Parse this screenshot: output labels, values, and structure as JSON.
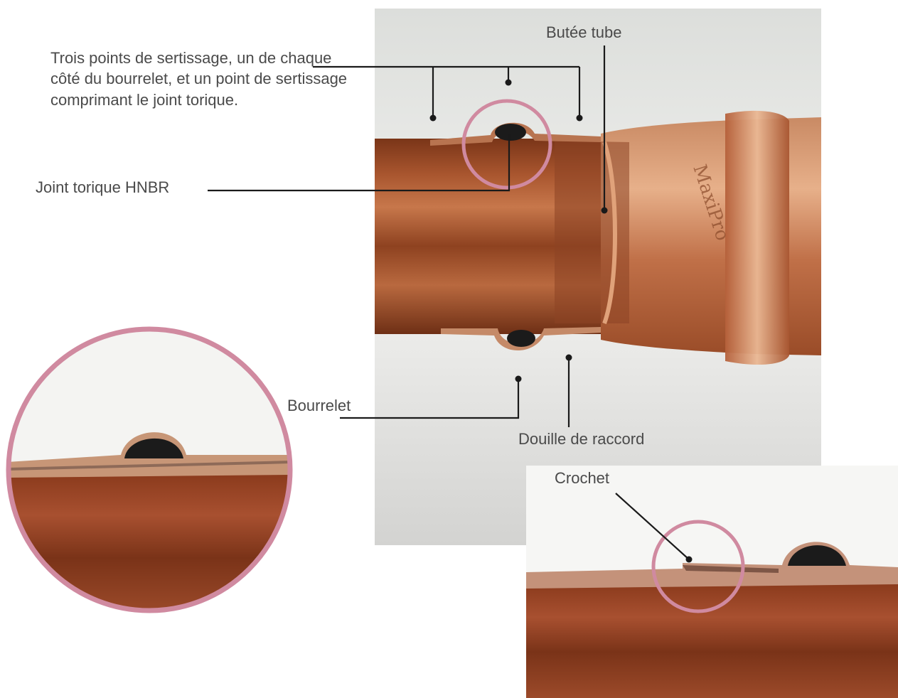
{
  "labels": {
    "crimp_points": "Trois points de sertissage, un de chaque côté du bourrelet, et un point de sertissage comprimant le joint torique.",
    "o_ring": "Joint torique HNBR",
    "tube_stop": "Butée tube",
    "bead": "Bourrelet",
    "sleeve": "Douille de raccord",
    "hook": "Crochet",
    "stamp": "MaxiPro"
  },
  "colors": {
    "copper_dark": "#7a3518",
    "copper_mid": "#a8552e",
    "copper_light": "#d99a72",
    "highlight_circle": "#d08aa0",
    "leader": "#1a1a1a",
    "background_panel": "#d9d9d7",
    "oring": "#1b1b1b"
  }
}
